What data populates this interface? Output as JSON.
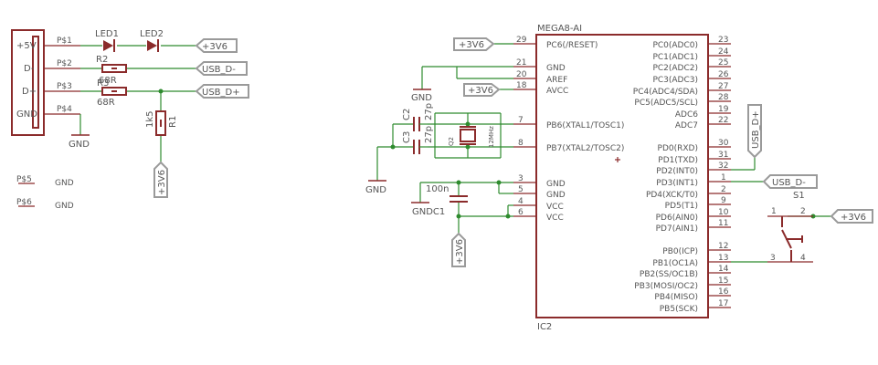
{
  "ic": {
    "name": "MEGA8-AI",
    "ref": "IC2",
    "left_pins": [
      {
        "num": "29",
        "label": "PC6(/RESET)"
      },
      {
        "num": "21",
        "label": "GND"
      },
      {
        "num": "20",
        "label": "AREF"
      },
      {
        "num": "18",
        "label": "AVCC"
      },
      {
        "num": "7",
        "label": "PB6(XTAL1/TOSC1)"
      },
      {
        "num": "8",
        "label": "PB7(XTAL2/TOSC2)"
      },
      {
        "num": "3",
        "label": "GND"
      },
      {
        "num": "5",
        "label": "GND"
      },
      {
        "num": "4",
        "label": "VCC"
      },
      {
        "num": "6",
        "label": "VCC"
      }
    ],
    "right_pins": [
      {
        "num": "23",
        "label": "PC0(ADC0)"
      },
      {
        "num": "24",
        "label": "PC1(ADC1)"
      },
      {
        "num": "25",
        "label": "PC2(ADC2)"
      },
      {
        "num": "26",
        "label": "PC3(ADC3)"
      },
      {
        "num": "27",
        "label": "PC4(ADC4/SDA)"
      },
      {
        "num": "28",
        "label": "PC5(ADC5/SCL)"
      },
      {
        "num": "19",
        "label": "ADC6"
      },
      {
        "num": "22",
        "label": "ADC7"
      },
      {
        "num": "30",
        "label": "PD0(RXD)"
      },
      {
        "num": "31",
        "label": "PD1(TXD)"
      },
      {
        "num": "32",
        "label": "PD2(INT0)"
      },
      {
        "num": "1",
        "label": "PD3(INT1)"
      },
      {
        "num": "2",
        "label": "PD4(XCK/T0)"
      },
      {
        "num": "9",
        "label": "PD5(T1)"
      },
      {
        "num": "10",
        "label": "PD6(AIN0)"
      },
      {
        "num": "11",
        "label": "PD7(AIN1)"
      },
      {
        "num": "12",
        "label": "PB0(ICP)"
      },
      {
        "num": "13",
        "label": "PB1(OC1A)"
      },
      {
        "num": "14",
        "label": "PB2(SS/OC1B)"
      },
      {
        "num": "15",
        "label": "PB3(MOSI/OC2)"
      },
      {
        "num": "16",
        "label": "PB4(MISO)"
      },
      {
        "num": "17",
        "label": "PB5(SCK)"
      }
    ]
  },
  "usb_connector": {
    "pins": [
      "+5V",
      "D-",
      "D+",
      "GND"
    ],
    "pads": [
      "P$1",
      "P$2",
      "P$3",
      "P$4"
    ]
  },
  "extra_pads": [
    {
      "pad": "P$5",
      "net": "GND"
    },
    {
      "pad": "P$6",
      "net": "GND"
    }
  ],
  "parts": {
    "led1": "LED1",
    "led2": "LED2",
    "r2_name": "R2",
    "r2_value": "68R",
    "r3_name": "R3",
    "r3_value": "68R",
    "r1_name": "R1",
    "r1_value": "1k5",
    "c2_name": "C2",
    "c2_value": "27p",
    "c3_name": "C3",
    "c3_value": "27p",
    "crystal_name": "Q2",
    "crystal_value": "12MHz",
    "c1_value": "100n",
    "switch_name": "S1",
    "switch_pins": [
      "1",
      "2",
      "3",
      "4"
    ]
  },
  "net_flags": {
    "v3_led": "+3V6",
    "usb_dm_left": "USB_D-",
    "usb_dp_left": "USB_D+",
    "v3_r1": "+3V6",
    "v3_reset": "+3V6",
    "v3_avcc": "+3V6",
    "v3_vcc": "+3V6",
    "usb_dp_right": "USB_D+",
    "usb_dm_right": "USB_D-",
    "v3_switch": "+3V6"
  },
  "gnd_labels": {
    "usb": "GND",
    "aref": "GND",
    "crystal": "GND",
    "decoupling": "GNDC1"
  }
}
